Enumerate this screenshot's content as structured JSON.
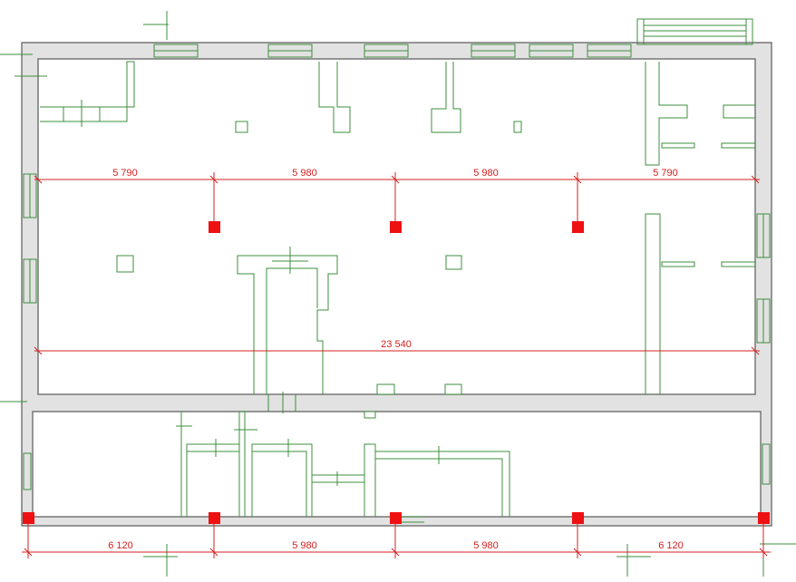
{
  "dimensions": {
    "top_row": [
      "5 790",
      "5 980",
      "5 980",
      "5 790"
    ],
    "overall": "23 540",
    "bottom_row": [
      "6 120",
      "5 980",
      "5 980",
      "6 120"
    ]
  },
  "colors": {
    "wall_fill": "#e2e2e2",
    "wall_stroke": "#6e6e6e",
    "partition": "#3e8f3e",
    "dimension": "#d42020",
    "column": "#ee1111"
  }
}
